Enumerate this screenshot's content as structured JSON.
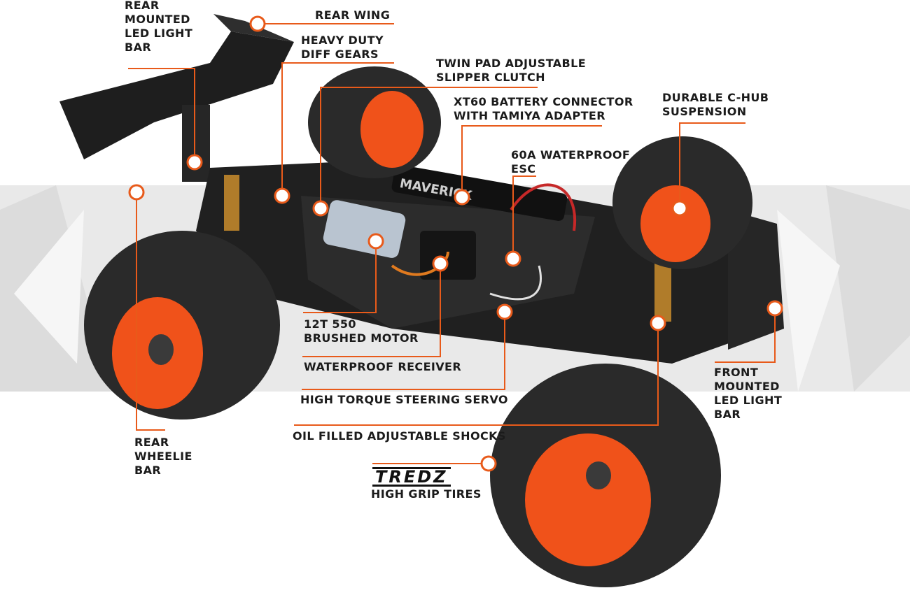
{
  "colors": {
    "accent": "#e85a1a",
    "text": "#1b1b1b",
    "tire": "#2a2a2a",
    "wheel": "#f0521a"
  },
  "labels": {
    "rear_mounted_led": [
      "REAR",
      "MOUNTED",
      "LED LIGHT",
      "BAR"
    ],
    "rear_wing": [
      "REAR WING"
    ],
    "heavy_duty_diff": [
      "HEAVY DUTY",
      "DIFF GEARS"
    ],
    "slipper_clutch": [
      "TWIN PAD ADJUSTABLE",
      "SLIPPER CLUTCH"
    ],
    "xt60_connector": [
      "XT60 BATTERY CONNECTOR",
      "WITH TAMIYA ADAPTER"
    ],
    "c_hub": [
      "DURABLE C-HUB",
      "SUSPENSION"
    ],
    "esc": [
      "60A WATERPROOF",
      "ESC"
    ],
    "motor": [
      "12T 550",
      "BRUSHED MOTOR"
    ],
    "receiver": [
      "WATERPROOF RECEIVER"
    ],
    "servo": [
      "HIGH TORQUE STEERING SERVO"
    ],
    "shocks": [
      "OIL FILLED ADJUSTABLE SHOCKS"
    ],
    "front_led": [
      "FRONT",
      "MOUNTED",
      "LED LIGHT",
      "BAR"
    ],
    "wheelie_bar": [
      "REAR",
      "WHEELIE",
      "BAR"
    ],
    "tires": [
      "HIGH GRIP TIRES"
    ]
  },
  "brand": {
    "tredz_logo": "TREDZ",
    "chassis_text": "MAVERICK"
  }
}
